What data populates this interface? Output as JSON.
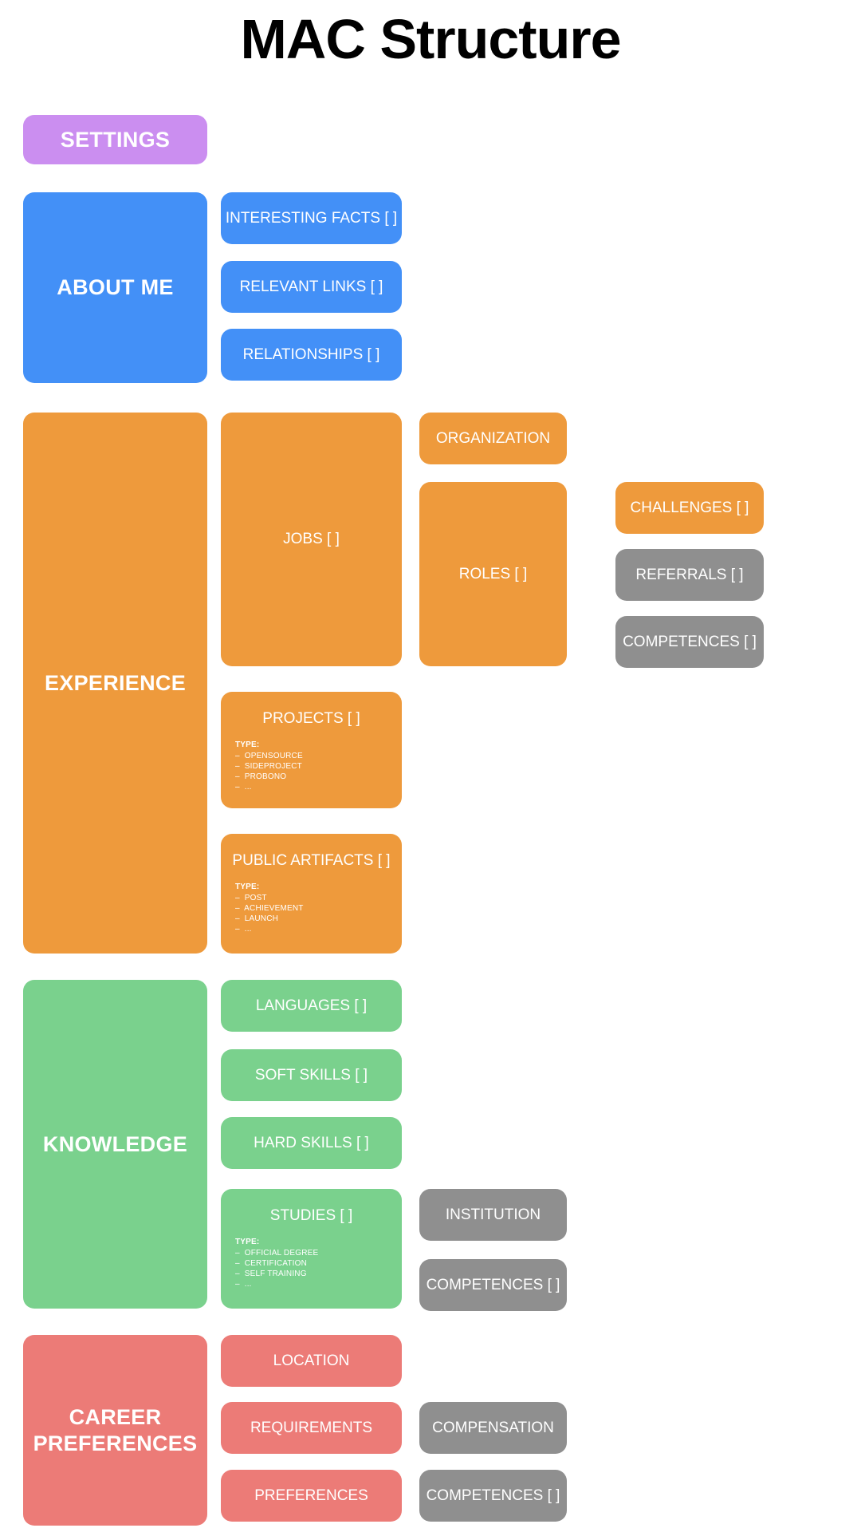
{
  "page": {
    "title": "MAC Structure",
    "background": "#ffffff"
  },
  "colors": {
    "settings_purple": "#cb8ef0",
    "about_blue": "#4390f7",
    "experience_orange": "#ee9a3c",
    "knowledge_green": "#7ad18d",
    "career_red": "#ec7b77",
    "shared_gray": "#8f8f8f",
    "text_white": "#ffffff",
    "title_black": "#000000"
  },
  "sections": {
    "settings": {
      "label": "SETTINGS"
    },
    "about_me": {
      "label": "ABOUT ME",
      "children": [
        {
          "label": "INTERESTING FACTS [ ]"
        },
        {
          "label": "RELEVANT LINKS [ ]"
        },
        {
          "label": "RELATIONSHIPS [ ]"
        }
      ]
    },
    "experience": {
      "label": "EXPERIENCE",
      "jobs": {
        "label": "JOBS [ ]"
      },
      "organization": {
        "label": "ORGANIZATION"
      },
      "roles": {
        "label": "ROLES [ ]"
      },
      "challenges": {
        "label": "CHALLENGES [ ]"
      },
      "referrals": {
        "label": "REFERRALS [ ]"
      },
      "competences": {
        "label": "COMPETENCES [ ]"
      },
      "projects": {
        "label": "PROJECTS [ ]",
        "type_head": "TYPE:",
        "type_items": [
          "–  OPENSOURCE",
          "–  SIDEPROJECT",
          "–  PROBONO",
          "–  ..."
        ]
      },
      "public_artifacts": {
        "label": "PUBLIC ARTIFACTS [ ]",
        "type_head": "TYPE:",
        "type_items": [
          "–  POST",
          "–  ACHIEVEMENT",
          "–  LAUNCH",
          "–  ..."
        ]
      }
    },
    "knowledge": {
      "label": "KNOWLEDGE",
      "languages": {
        "label": "LANGUAGES [ ]"
      },
      "soft_skills": {
        "label": "SOFT SKILLS [ ]"
      },
      "hard_skills": {
        "label": "HARD SKILLS [ ]"
      },
      "studies": {
        "label": "STUDIES [ ]",
        "type_head": "TYPE:",
        "type_items": [
          "–  OFFICIAL DEGREE",
          "–  CERTIFICATION",
          "–  SELF TRAINING",
          "–  ..."
        ]
      },
      "institution": {
        "label": "INSTITUTION"
      },
      "competences": {
        "label": "COMPETENCES [ ]"
      }
    },
    "career_preferences": {
      "label": "CAREER PREFERENCES",
      "location": {
        "label": "LOCATION"
      },
      "requirements": {
        "label": "REQUIREMENTS"
      },
      "preferences": {
        "label": "PREFERENCES"
      },
      "compensation": {
        "label": "COMPENSATION"
      },
      "competences": {
        "label": "COMPETENCES [ ]"
      }
    }
  }
}
